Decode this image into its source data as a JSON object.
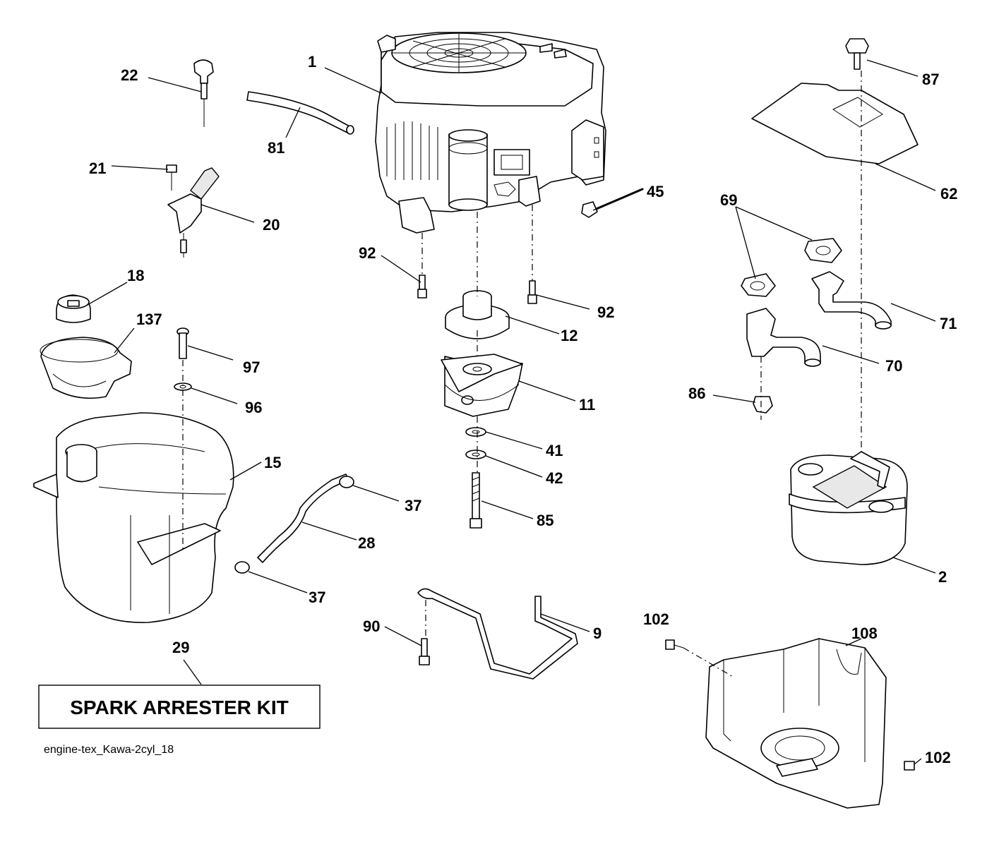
{
  "callouts": {
    "c1": "1",
    "c2": "2",
    "c9": "9",
    "c11": "11",
    "c12": "12",
    "c15": "15",
    "c18": "18",
    "c20": "20",
    "c21": "21",
    "c22": "22",
    "c28": "28",
    "c29": "29",
    "c37a": "37",
    "c37b": "37",
    "c41": "41",
    "c42": "42",
    "c45": "45",
    "c62": "62",
    "c69": "69",
    "c70": "70",
    "c71": "71",
    "c81": "81",
    "c85": "85",
    "c86": "86",
    "c87": "87",
    "c90": "90",
    "c92a": "92",
    "c92b": "92",
    "c96": "96",
    "c97": "97",
    "c102a": "102",
    "c102b": "102",
    "c108": "108",
    "c137": "137"
  },
  "kit_label": "SPARK ARRESTER KIT",
  "footer_code": "engine-tex_Kawa-2cyl_18"
}
